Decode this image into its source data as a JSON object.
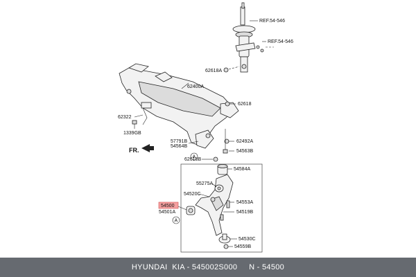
{
  "diagram": {
    "labels": {
      "ref_top": "REF.54-546",
      "ref_mid": "REF.54-546",
      "p62618A": "62618A",
      "p62400A": "62400A",
      "p62618": "62618",
      "p62322": "62322",
      "p1339GB": "1339GB",
      "p57791B": "57791B",
      "p54564B": "54564B",
      "p62492A": "62492A",
      "p54563B": "54563B",
      "p62618B": "62618B",
      "fr": "FR.",
      "callout_a1": "A",
      "callout_a2": "A",
      "p54584A": "54584A",
      "p55275A": "55275A",
      "p54520C": "54520C",
      "p54553A": "54553A",
      "p54500": "54500",
      "p54501A": "54501A",
      "p54519B": "54519B",
      "p54530C": "54530C",
      "p54559B": "54559B"
    },
    "highlight_color": "#f4a0a0"
  },
  "footer": {
    "text": "HYUNDAI  KIA - 545002S000     N - 54500"
  }
}
